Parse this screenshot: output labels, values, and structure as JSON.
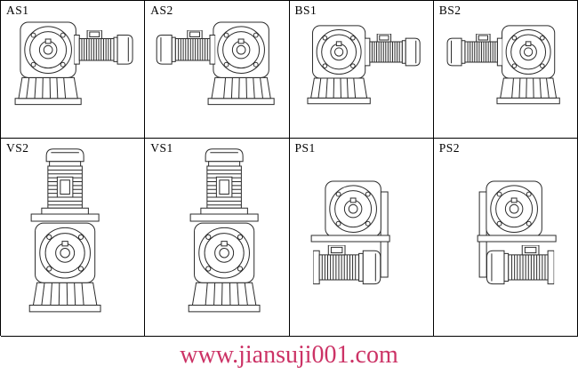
{
  "figure": {
    "cells": [
      {
        "label": "AS1",
        "depicts": "worm gearbox front view with motor mounted horizontally to the right"
      },
      {
        "label": "AS2",
        "depicts": "motor mounted horizontally to the left of worm gearbox front view"
      },
      {
        "label": "BS1",
        "depicts": "worm gearbox front view with motor mounted horizontally to the right"
      },
      {
        "label": "BS2",
        "depicts": "motor mounted horizontally to the left of worm gearbox front view"
      },
      {
        "label": "VS2",
        "depicts": "motor mounted vertically on top of worm gearbox"
      },
      {
        "label": "VS1",
        "depicts": "motor mounted vertically on top of worm gearbox"
      },
      {
        "label": "PS1",
        "depicts": "worm gearbox on top with motor mounted horizontally below"
      },
      {
        "label": "PS2",
        "depicts": "worm gearbox on top with motor mounted horizontally below"
      }
    ]
  },
  "watermark": {
    "text": "www.jiansuji001.com",
    "color": "#cc3366"
  }
}
